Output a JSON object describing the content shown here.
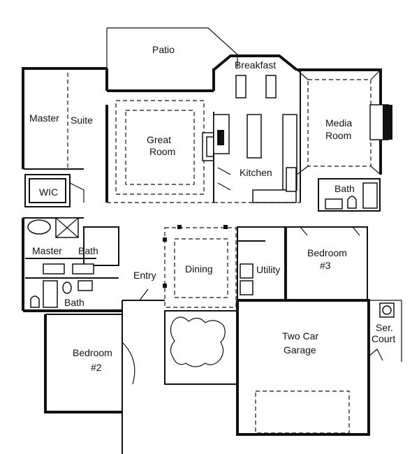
{
  "rooms": {
    "patio": "Patio",
    "breakfast": "Breakfast",
    "master_suite_a": "Master",
    "master_suite_b": "Suite",
    "great_room_a": "Great",
    "great_room_b": "Room",
    "kitchen": "Kitchen",
    "media_room_a": "Media",
    "media_room_b": "Room",
    "wic": "WIC",
    "bath_upper": "Bath",
    "master_bath_a": "Master",
    "master_bath_b": "Bath",
    "bath_lower": "Bath",
    "dining": "Dining",
    "entry": "Entry",
    "utility": "Utility",
    "bedroom3_a": "Bedroom",
    "bedroom3_b": "#3",
    "bedroom2_a": "Bedroom",
    "bedroom2_b": "#2",
    "garage_a": "Two Car",
    "garage_b": "Garage",
    "ser_court_a": "Ser.",
    "ser_court_b": "Court"
  }
}
